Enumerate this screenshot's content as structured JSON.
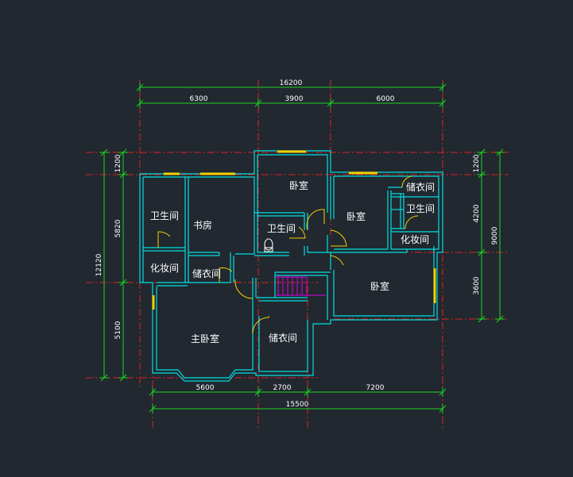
{
  "colors": {
    "background": "#212830",
    "wall": "#00e0e0",
    "dimension": "#1fd51f",
    "axis": "#e02020",
    "window": "#f4d000",
    "stair": "#e000e0",
    "text": "#ffffff"
  },
  "dimensions": {
    "top_total": "16200",
    "top_segments": [
      "6300",
      "3900",
      "6000"
    ],
    "bottom_segments": [
      "5600",
      "2700",
      "7200"
    ],
    "bottom_total": "15500",
    "left_total": "12120",
    "left_segments": [
      "1200",
      "5820",
      "5100"
    ],
    "right_total": "9000",
    "right_segments": [
      "1200",
      "4200",
      "3600"
    ]
  },
  "rooms": {
    "bathroom_left": "卫生间",
    "study": "书房",
    "dressing_left": "化妆间",
    "closet_left": "储衣间",
    "bedroom_top_center": "卧室",
    "bathroom_center": "卫生间",
    "bedroom_right": "卧室",
    "closet_right": "储衣间",
    "bathroom_right": "卫生间",
    "dressing_right": "化妆间",
    "bedroom_lower_right": "卧室",
    "master_bedroom": "主卧室",
    "closet_center": "储衣间"
  }
}
